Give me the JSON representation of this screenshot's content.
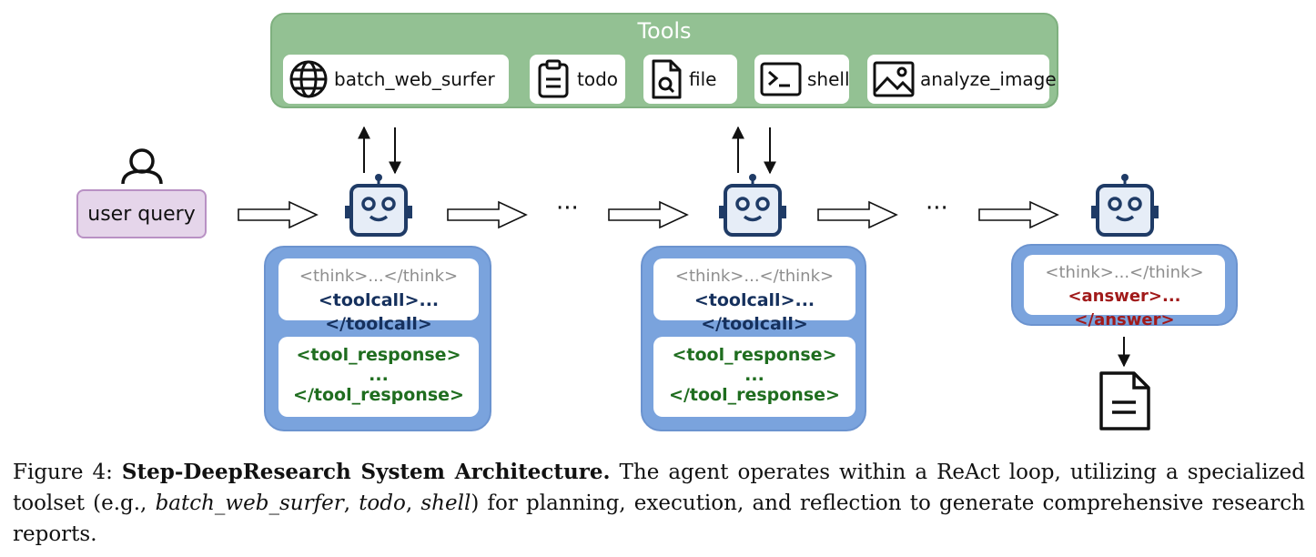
{
  "tools": {
    "title": "Tools",
    "items": [
      {
        "label": "batch_web_surfer",
        "icon": "globe-icon"
      },
      {
        "label": "todo",
        "icon": "clipboard-icon"
      },
      {
        "label": "file",
        "icon": "file-search-icon"
      },
      {
        "label": "shell",
        "icon": "terminal-icon"
      },
      {
        "label": "analyze_image",
        "icon": "image-icon"
      }
    ]
  },
  "user_query": {
    "label": "user query",
    "icon": "user-icon"
  },
  "ellipsis": "···",
  "steps": [
    {
      "think": "<think>...</think>",
      "toolcall": "<toolcall>...</toolcall>",
      "response_open": "<tool_response>",
      "response_mid": "...",
      "response_close": "</tool_response>"
    },
    {
      "think": "<think>...</think>",
      "toolcall": "<toolcall>...</toolcall>",
      "response_open": "<tool_response>",
      "response_mid": "...",
      "response_close": "</tool_response>"
    }
  ],
  "final_step": {
    "think": "<think>...</think>",
    "answer": "<answer>...</answer>",
    "output_icon": "document-icon"
  },
  "caption": {
    "figure_label": "Figure 4:",
    "title": "Step-DeepResearch System Architecture.",
    "text_1": " The agent operates within a ReAct loop, utilizing a specialized toolset (e.g., ",
    "tool_1": "batch_web_surfer",
    "sep_1": ", ",
    "tool_2": "todo",
    "sep_2": ", ",
    "tool_3": "shell",
    "text_2": ") for planning, execution, and reflection to generate comprehensive research reports."
  },
  "colors": {
    "tools_panel": "#93c193",
    "user_query_bg": "#e5d5ea",
    "step_container": "#7aa3dd",
    "robot_stroke": "#1f3b66",
    "toolcall_text": "#15305d",
    "answer_text": "#a11a1a",
    "response_text": "#1f6d1f",
    "think_text": "#8e8e8e"
  }
}
